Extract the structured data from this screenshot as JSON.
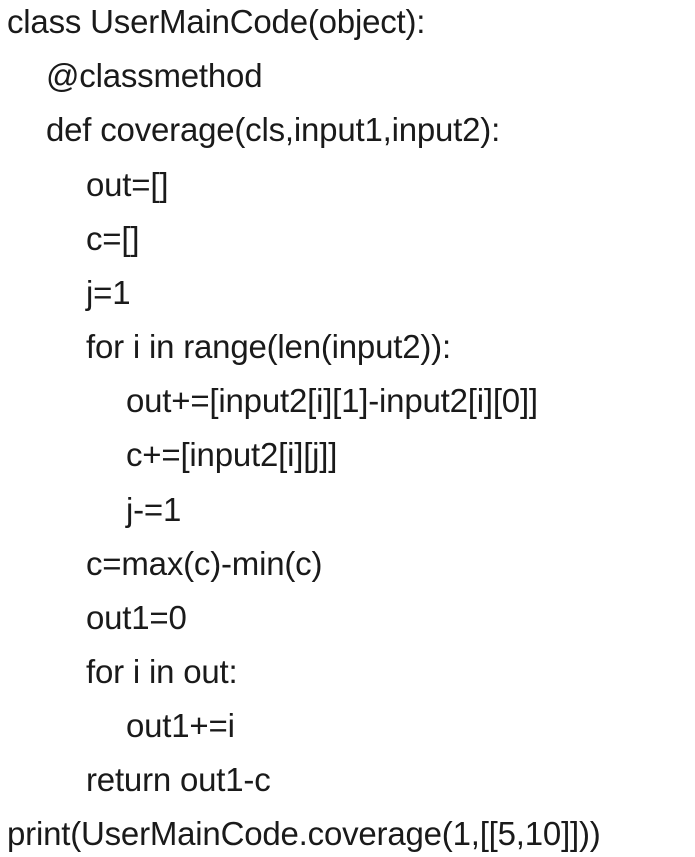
{
  "code": {
    "lines": [
      {
        "text": "class UserMainCode(object):",
        "indent": 0
      },
      {
        "text": "@classmethod",
        "indent": 1
      },
      {
        "text": "def coverage(cls,input1,input2):",
        "indent": 1
      },
      {
        "text": "out=[]",
        "indent": 2
      },
      {
        "text": "c=[]",
        "indent": 2
      },
      {
        "text": "j=1",
        "indent": 2
      },
      {
        "text": "for i in range(len(input2)):",
        "indent": 2
      },
      {
        "text": "out+=[input2[i][1]-input2[i][0]]",
        "indent": 3
      },
      {
        "text": "c+=[input2[i][j]]",
        "indent": 3
      },
      {
        "text": "j-=1",
        "indent": 3
      },
      {
        "text": "c=max(c)-min(c)",
        "indent": 2
      },
      {
        "text": "out1=0",
        "indent": 2
      },
      {
        "text": "for i in out:",
        "indent": 2
      },
      {
        "text": "out1+=i",
        "indent": 3
      },
      {
        "text": "return out1-c",
        "indent": 2
      },
      {
        "text": "print(UserMainCode.coverage(1,[[5,10]]))",
        "indent": 0
      }
    ]
  }
}
